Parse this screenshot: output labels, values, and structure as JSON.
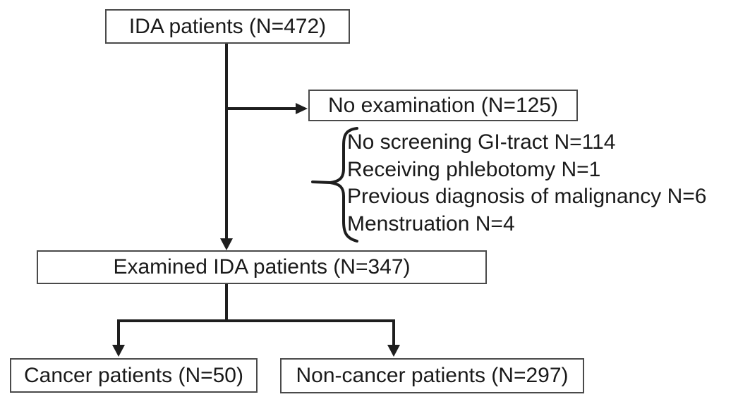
{
  "flow": {
    "nodes": {
      "ida": {
        "label": "IDA patients (N=472)"
      },
      "no_examination": {
        "label": "No examination (N=125)"
      },
      "examined": {
        "label": "Examined IDA patients (N=347)"
      },
      "cancer": {
        "label": "Cancer patients (N=50)"
      },
      "non_cancer": {
        "label": "Non-cancer patients (N=297)"
      }
    },
    "exclusion_reasons": [
      "No screening GI-tract N=114",
      "Receiving phlebotomy N=1",
      "Previous diagnosis of malignancy N=6",
      "Menstruation N=4"
    ]
  },
  "colors": {
    "line": "#1e1e1e",
    "box_border": "#4a4a4a",
    "text": "#1a1a1a",
    "background": "#ffffff"
  }
}
